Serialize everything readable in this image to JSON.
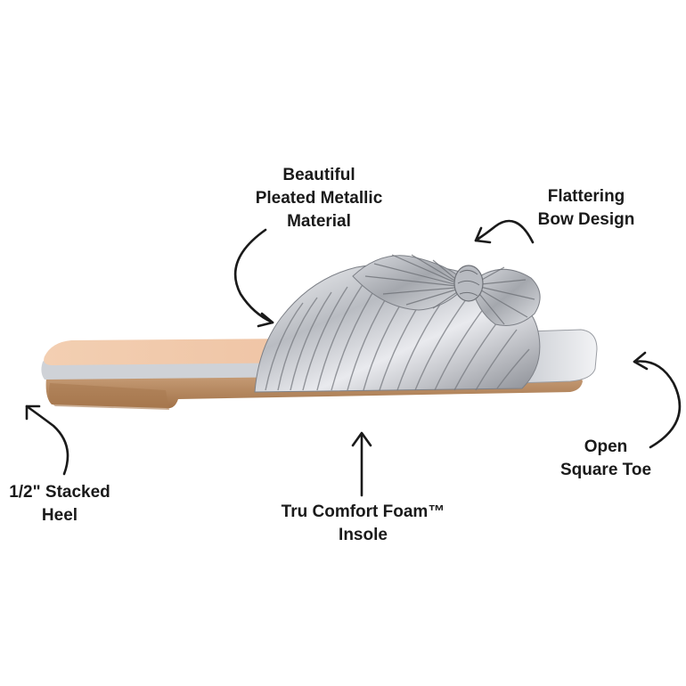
{
  "callouts": {
    "material": [
      "Beautiful",
      "Pleated Metallic",
      "Material"
    ],
    "bow": [
      "Flattering",
      "Bow Design"
    ],
    "heel": [
      "1/2\" Stacked",
      "Heel"
    ],
    "insole": [
      "Tru Comfort Foam™",
      "Insole"
    ],
    "toe": [
      "Open",
      "Square Toe"
    ]
  },
  "colors": {
    "text": "#1a1a1a",
    "arrow": "#1a1a1a",
    "sole": "#b5865a",
    "footbed": "#f2c9a8",
    "metal_light": "#e6e8ec",
    "metal_dark": "#8a8d94"
  }
}
